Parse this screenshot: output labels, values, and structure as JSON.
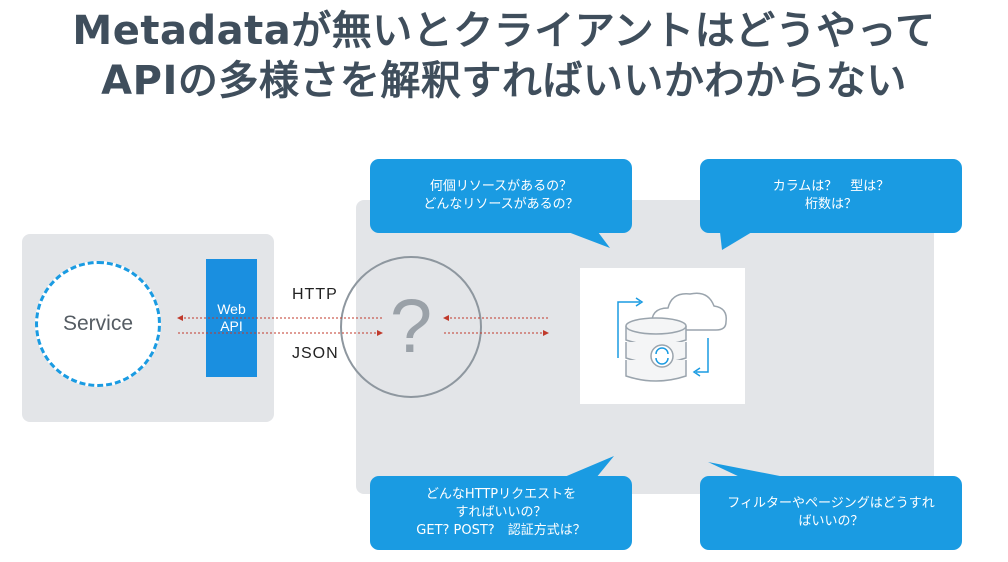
{
  "title": {
    "line1": "Metadataが無いとクライアントはどうやって",
    "line2": "APIの多様さを解釈すればいいかわからない"
  },
  "service": {
    "label": "Service"
  },
  "web_api": {
    "line1": "Web",
    "line2": "API"
  },
  "protocols": {
    "http": "HTTP",
    "json": "JSON"
  },
  "unknown_client": {
    "symbol": "?"
  },
  "bubbles": [
    {
      "line1": "何個リソースがあるの？",
      "line2": "どんなリソースがあるの？"
    },
    {
      "line1": "カラムは？　型は？",
      "line2": "桁数は？"
    },
    {
      "line1": "どんなHTTPリクエストを",
      "line2": "すればいいの？",
      "line3": "GET? POST?　認証方式は？"
    },
    {
      "line1": "フィルターやページングはどうすれ",
      "line2": "ばいいの？"
    }
  ],
  "colors": {
    "accent": "#1a9be2",
    "webapi": "#1a8fe0",
    "panel": "#e3e5e8",
    "title": "#3f4e5c",
    "arrow": "#c0392b"
  },
  "icons": {
    "data_store": "database-cloud-sync-icon"
  }
}
